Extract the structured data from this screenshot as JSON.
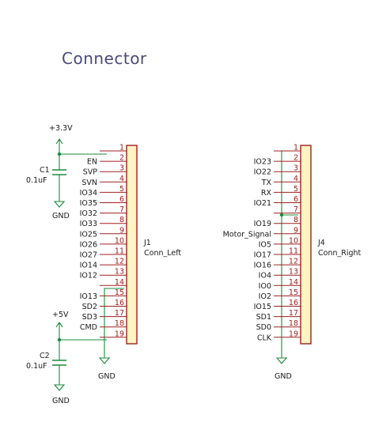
{
  "title": "Connector",
  "power": {
    "v33": "+3.3V",
    "v5": "+5V",
    "gnd": "GND"
  },
  "caps": [
    {
      "ref": "C1",
      "value": "0.1uF"
    },
    {
      "ref": "C2",
      "value": "0.1uF"
    }
  ],
  "connectors": [
    {
      "ref": "J1",
      "value": "Conn_Left",
      "pins": [
        {
          "num": "1",
          "label": ""
        },
        {
          "num": "2",
          "label": "EN"
        },
        {
          "num": "3",
          "label": "SVP"
        },
        {
          "num": "4",
          "label": "SVN"
        },
        {
          "num": "5",
          "label": "IO34"
        },
        {
          "num": "6",
          "label": "IO35"
        },
        {
          "num": "7",
          "label": "IO32"
        },
        {
          "num": "8",
          "label": "IO33"
        },
        {
          "num": "9",
          "label": "IO25"
        },
        {
          "num": "10",
          "label": "IO26"
        },
        {
          "num": "11",
          "label": "IO27"
        },
        {
          "num": "12",
          "label": "IO14"
        },
        {
          "num": "13",
          "label": "IO12"
        },
        {
          "num": "14",
          "label": ""
        },
        {
          "num": "15",
          "label": "IO13"
        },
        {
          "num": "16",
          "label": "SD2"
        },
        {
          "num": "17",
          "label": "SD3"
        },
        {
          "num": "18",
          "label": "CMD"
        },
        {
          "num": "19",
          "label": ""
        }
      ]
    },
    {
      "ref": "J4",
      "value": "Conn_Right",
      "pins": [
        {
          "num": "1",
          "label": ""
        },
        {
          "num": "2",
          "label": "IO23"
        },
        {
          "num": "3",
          "label": "IO22"
        },
        {
          "num": "4",
          "label": "TX"
        },
        {
          "num": "5",
          "label": "RX"
        },
        {
          "num": "6",
          "label": "IO21"
        },
        {
          "num": "7",
          "label": ""
        },
        {
          "num": "8",
          "label": "IO19"
        },
        {
          "num": "9",
          "label": "Motor_Signal"
        },
        {
          "num": "10",
          "label": "IO5"
        },
        {
          "num": "11",
          "label": "IO17"
        },
        {
          "num": "12",
          "label": "IO16"
        },
        {
          "num": "13",
          "label": "IO4"
        },
        {
          "num": "14",
          "label": "IO0"
        },
        {
          "num": "15",
          "label": "IO2"
        },
        {
          "num": "16",
          "label": "IO15"
        },
        {
          "num": "17",
          "label": "SD1"
        },
        {
          "num": "18",
          "label": "SD0"
        },
        {
          "num": "19",
          "label": "CLK"
        }
      ]
    }
  ]
}
